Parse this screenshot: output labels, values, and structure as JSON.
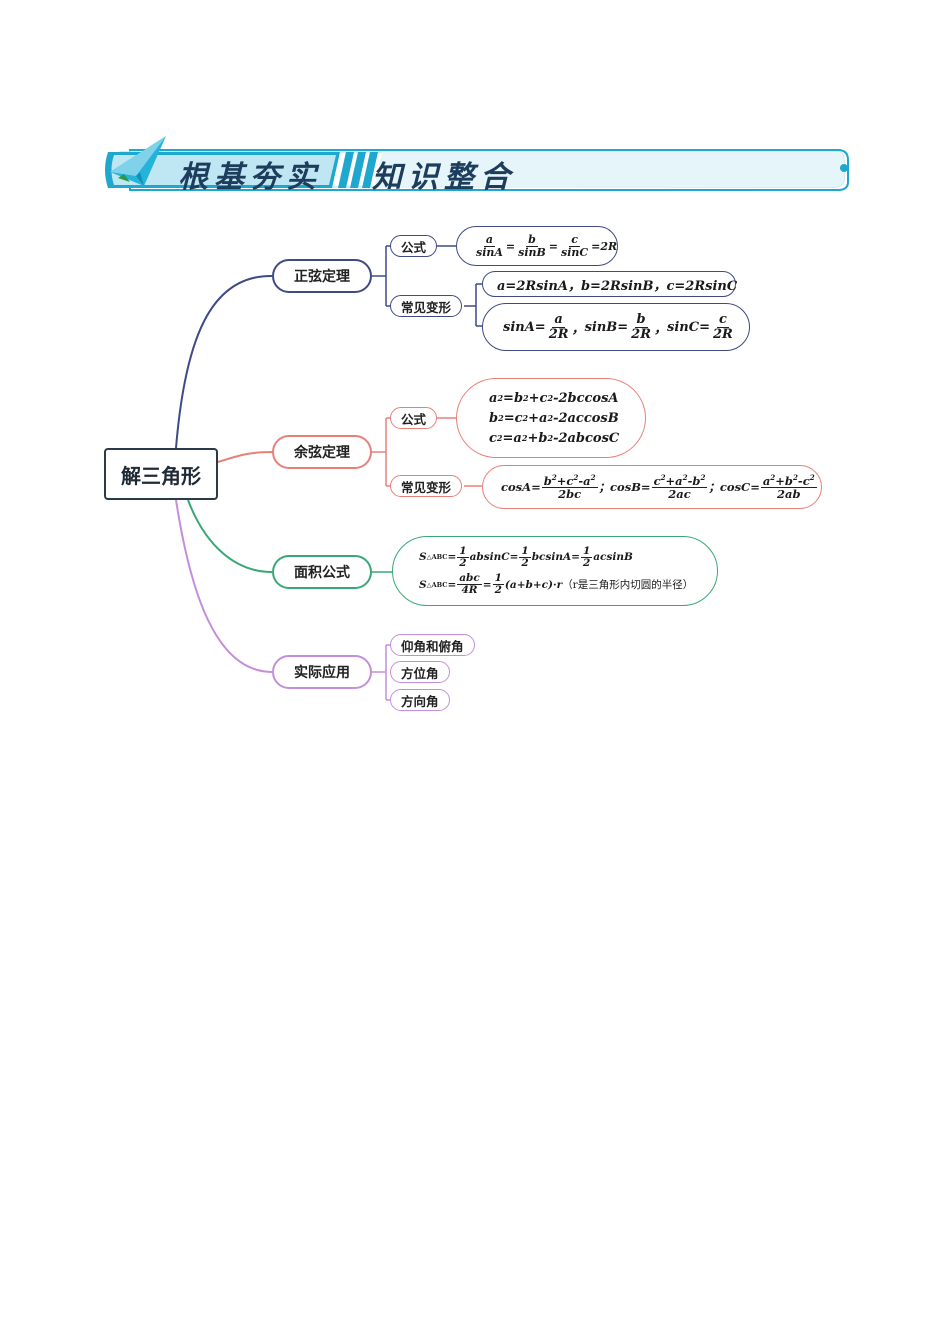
{
  "banner": {
    "left_title": "根基夯实",
    "right_title": "知识整合",
    "colors": {
      "ribbon": "#1fa8cf",
      "ribbon_light": "#bfe6f3",
      "text": "#1d3d5c"
    }
  },
  "root": {
    "label": "解三角形",
    "color": "#2b3a4a"
  },
  "branches": {
    "sine": {
      "label": "正弦定理",
      "color": "#3f4a86",
      "formula_tag": "公式",
      "variant_tag": "常见变形",
      "formula": {
        "a": "a",
        "b": "b",
        "c": "c",
        "sinA": "sinA",
        "sinB": "sinB",
        "sinC": "sinC",
        "eq": "=",
        "rhs": "=2R"
      },
      "variant1": "a=2RsinA，b=2RsinB，c=2RsinC",
      "variant2": {
        "l1": "sinA=",
        "n1": "a",
        "sep1": "，",
        "l2": "sinB=",
        "n2": "b",
        "sep2": "，",
        "l3": "sinC=",
        "n3": "c",
        "den": "2R"
      }
    },
    "cosine": {
      "label": "余弦定理",
      "color": "#e8807a",
      "formula_tag": "公式",
      "variant_tag": "常见变形",
      "formula": {
        "r1": {
          "a": "a",
          "p1": "=b",
          "p2": "+c",
          "tail": "-2bccosA"
        },
        "r2": {
          "a": "b",
          "p1": "=c",
          "p2": "+a",
          "tail": "-2accosB"
        },
        "r3": {
          "a": "c",
          "p1": "=a",
          "p2": "+b",
          "tail": "-2abcosC"
        },
        "sq": "2"
      },
      "variant": {
        "l1": "cosA=",
        "n1a": "b",
        "n1b": "+c",
        "n1c": "-a",
        "d1": "2bc",
        "sep1": "；",
        "l2": "cosB=",
        "n2a": "c",
        "n2b": "+a",
        "n2c": "-b",
        "d2": "2ac",
        "sep2": "；",
        "l3": "cosC=",
        "n3a": "a",
        "n3b": "+b",
        "n3c": "-c",
        "d3": "2ab",
        "sq": "2"
      }
    },
    "area": {
      "label": "面积公式",
      "color": "#3aa876",
      "r1": {
        "S": "S",
        "sub": "△ABC",
        "eq": "=",
        "half": "1",
        "two": "2",
        "t1": "absinC=",
        "t2": "bcsinA=",
        "t3": "acsinB"
      },
      "r2": {
        "S": "S",
        "sub": "△ABC",
        "eq": "=",
        "num": "abc",
        "den": "4R",
        "eq2": "=",
        "half": "1",
        "two": "2",
        "t1": "(a+b+c)·r",
        "note": "（r是三角形内切圆的半径）"
      }
    },
    "apply": {
      "label": "实际应用",
      "color": "#c48fd8",
      "items": [
        "仰角和俯角",
        "方位角",
        "方向角"
      ]
    }
  }
}
